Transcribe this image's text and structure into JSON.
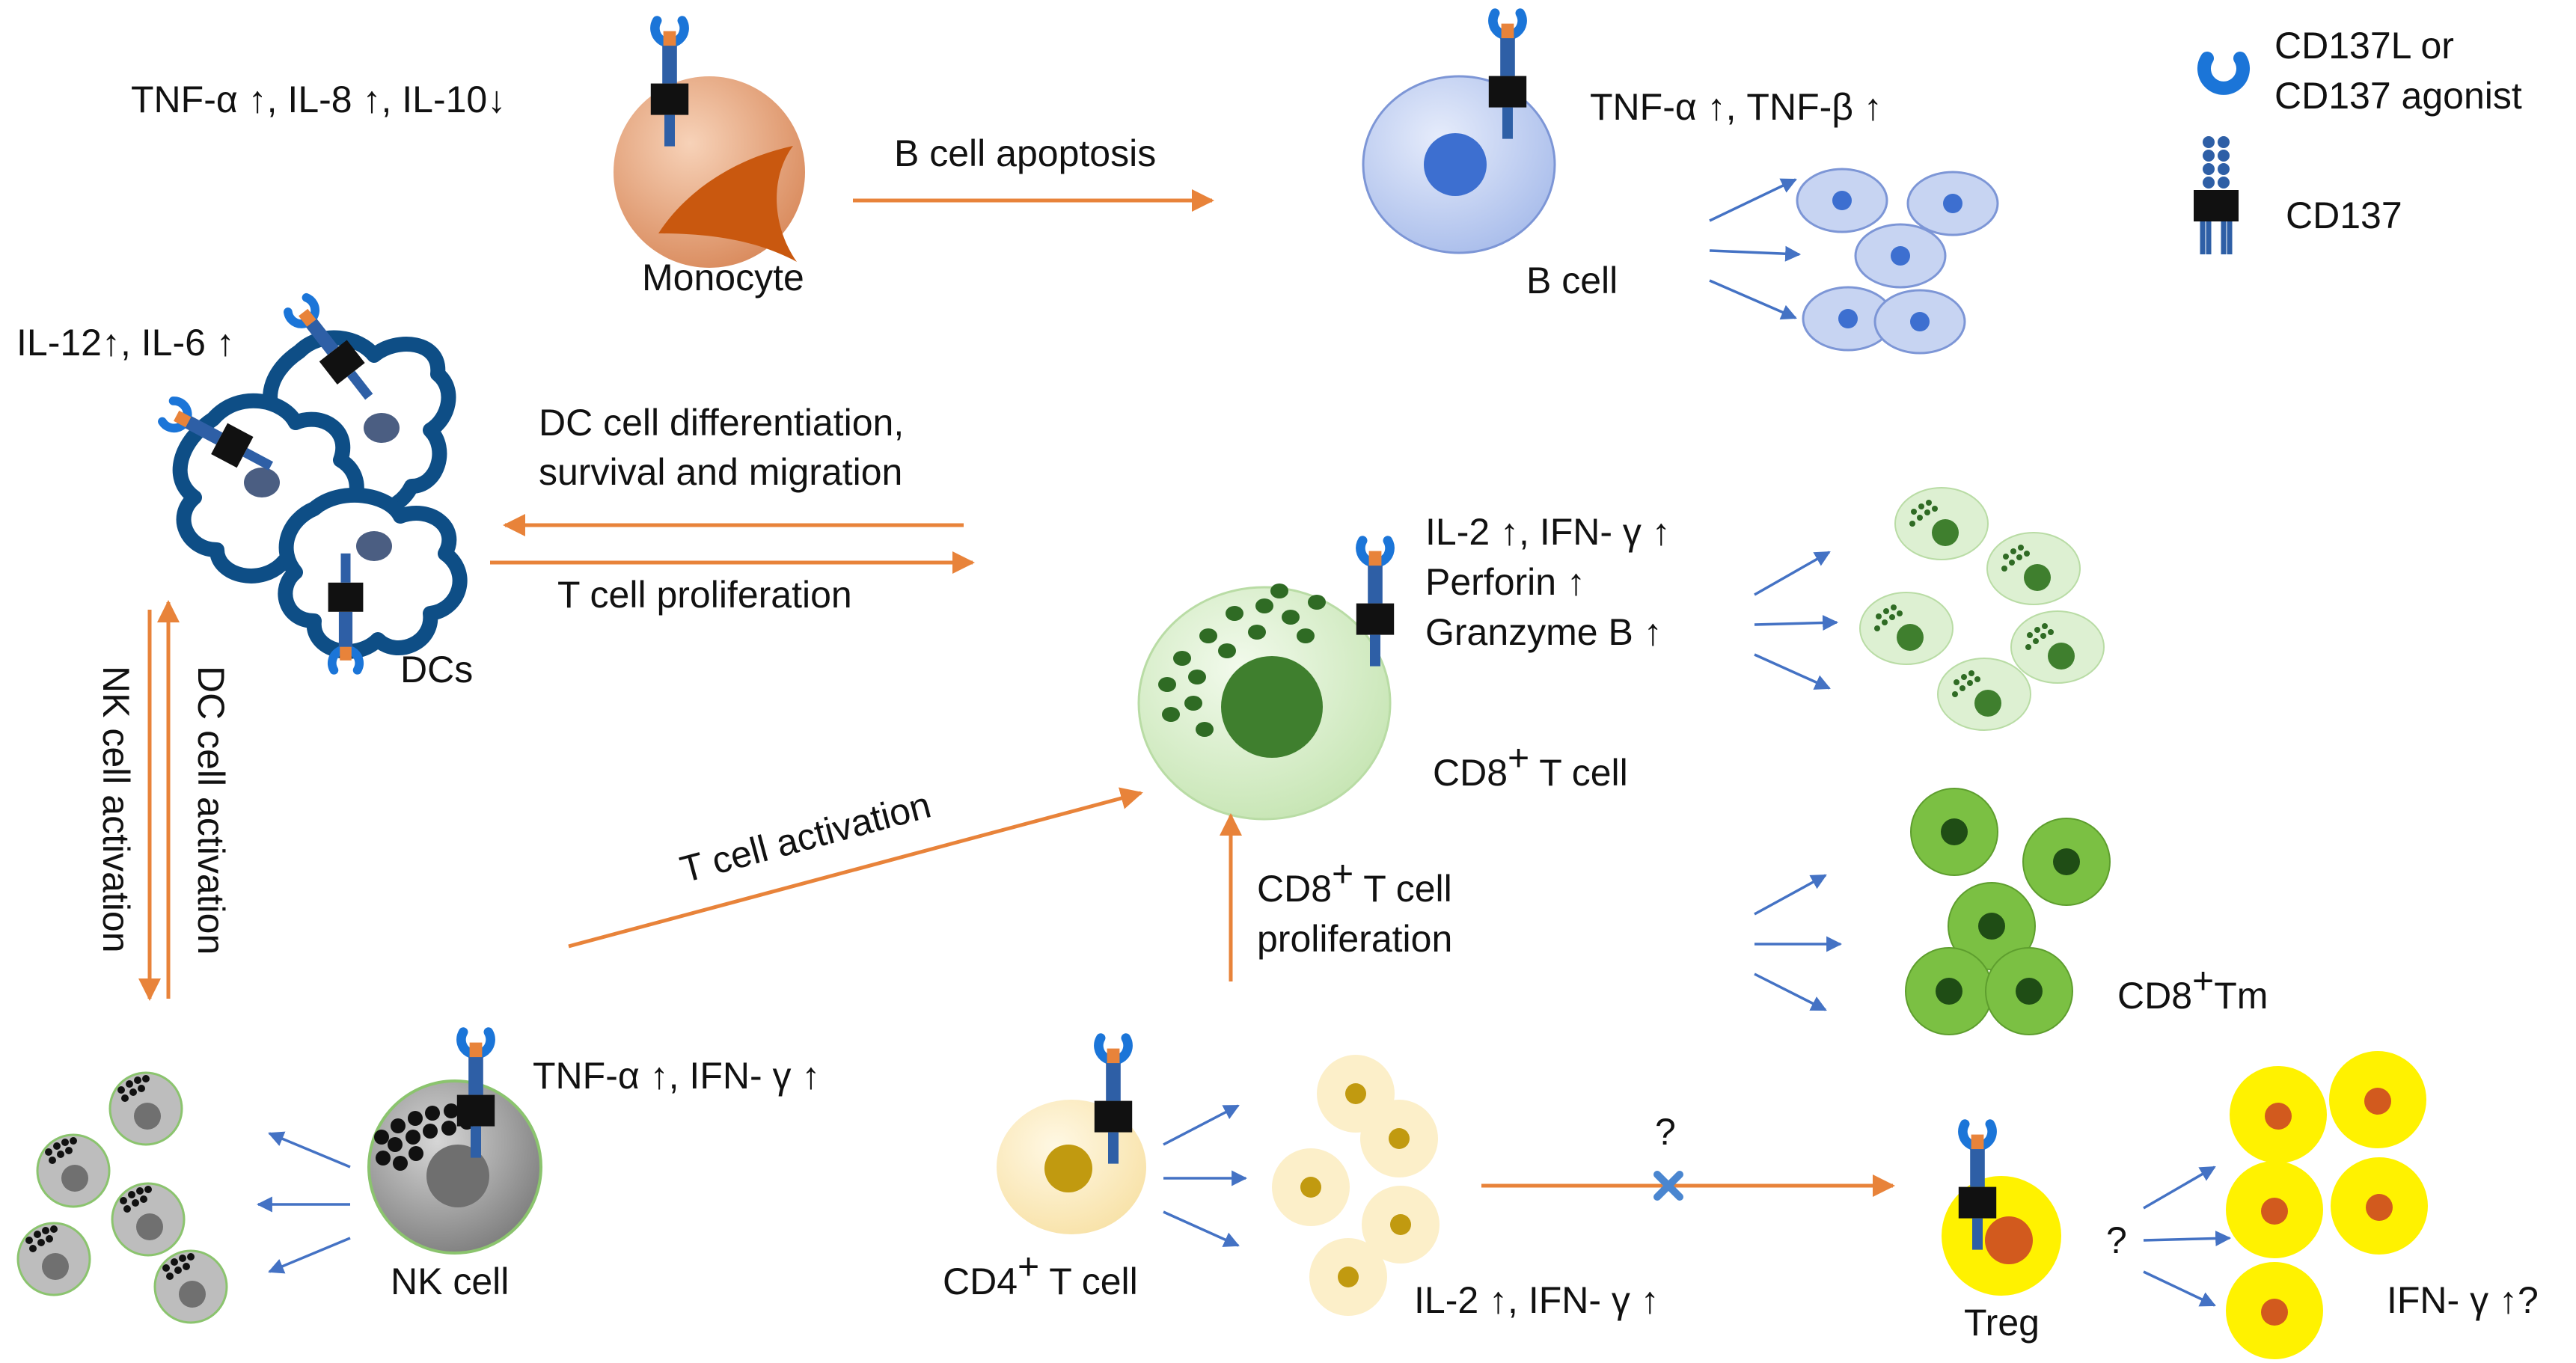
{
  "legend": {
    "ligand_label_line1": "CD137L or",
    "ligand_label_line2": "CD137 agonist",
    "receptor_label": "CD137"
  },
  "monocyte": {
    "label": "Monocyte",
    "cytokines": "TNF-α ↑, IL-8 ↑, IL-10↓"
  },
  "b_cell": {
    "label": "B cell",
    "cytokines": "TNF-α ↑, TNF-β ↑"
  },
  "dcs": {
    "label": "DCs",
    "cytokines": "IL-12↑, IL-6 ↑"
  },
  "cd8_t_cell": {
    "label_main": "CD8",
    "label_sup": "+",
    "label_rest": " T cell",
    "cytokines_line1": "IL-2 ↑, IFN- γ ↑",
    "cytokines_line2": "Perforin ↑",
    "cytokines_line3": "Granzyme  B ↑"
  },
  "cd8_tm": {
    "label_main": "CD8",
    "label_sup": "+",
    "label_rest": "Tm"
  },
  "nk_cell": {
    "label": "NK cell",
    "cytokines": "TNF-α ↑, IFN- γ ↑"
  },
  "cd4_t_cell": {
    "label_main": "CD4",
    "label_sup": "+",
    "label_rest": " T cell",
    "cytokines": "IL-2 ↑, IFN- γ ↑"
  },
  "treg": {
    "label": "Treg",
    "cytokines": "IFN- γ ↑?",
    "question_mark": "?"
  },
  "arrows": {
    "b_cell_apoptosis": "B cell apoptosis",
    "dc_differentiation_line1": "DC cell differentiation,",
    "dc_differentiation_line2": "survival and migration",
    "t_cell_proliferation": "T cell proliferation",
    "t_cell_activation": "T cell activation",
    "cd8_proliferation_line1_main": "CD8",
    "cd8_proliferation_line1_sup": "+",
    "cd8_proliferation_line1_rest": " T cell",
    "cd8_proliferation_line2": "proliferation",
    "nk_cell_activation": "NK cell activation",
    "dc_cell_activation": "DC cell activation",
    "treg_inhibition_question": "?"
  },
  "colors": {
    "orange_arrow": "#E8833A",
    "blue_arrow": "#4472C4",
    "receptor_blue": "#2E5FA6",
    "monocyte_fill": "#E9A27A",
    "monocyte_nucleus": "#C9580F",
    "b_cell_fill": "#C7D4F2",
    "b_cell_nucleus": "#3D6FD0",
    "dc_outline": "#0E4E86",
    "cd8_fill": "#DDF0D2",
    "cd8_nucleus": "#3F7F2E",
    "cd8tm_fill": "#7BC043",
    "nk_fill": "#9E9E9E",
    "cd4_fill": "#FCEFC9",
    "cd4_nucleus": "#C19A10",
    "treg_fill": "#FFF200",
    "treg_nucleus": "#D25A1E",
    "inhibit_x": "#4A86D0"
  }
}
